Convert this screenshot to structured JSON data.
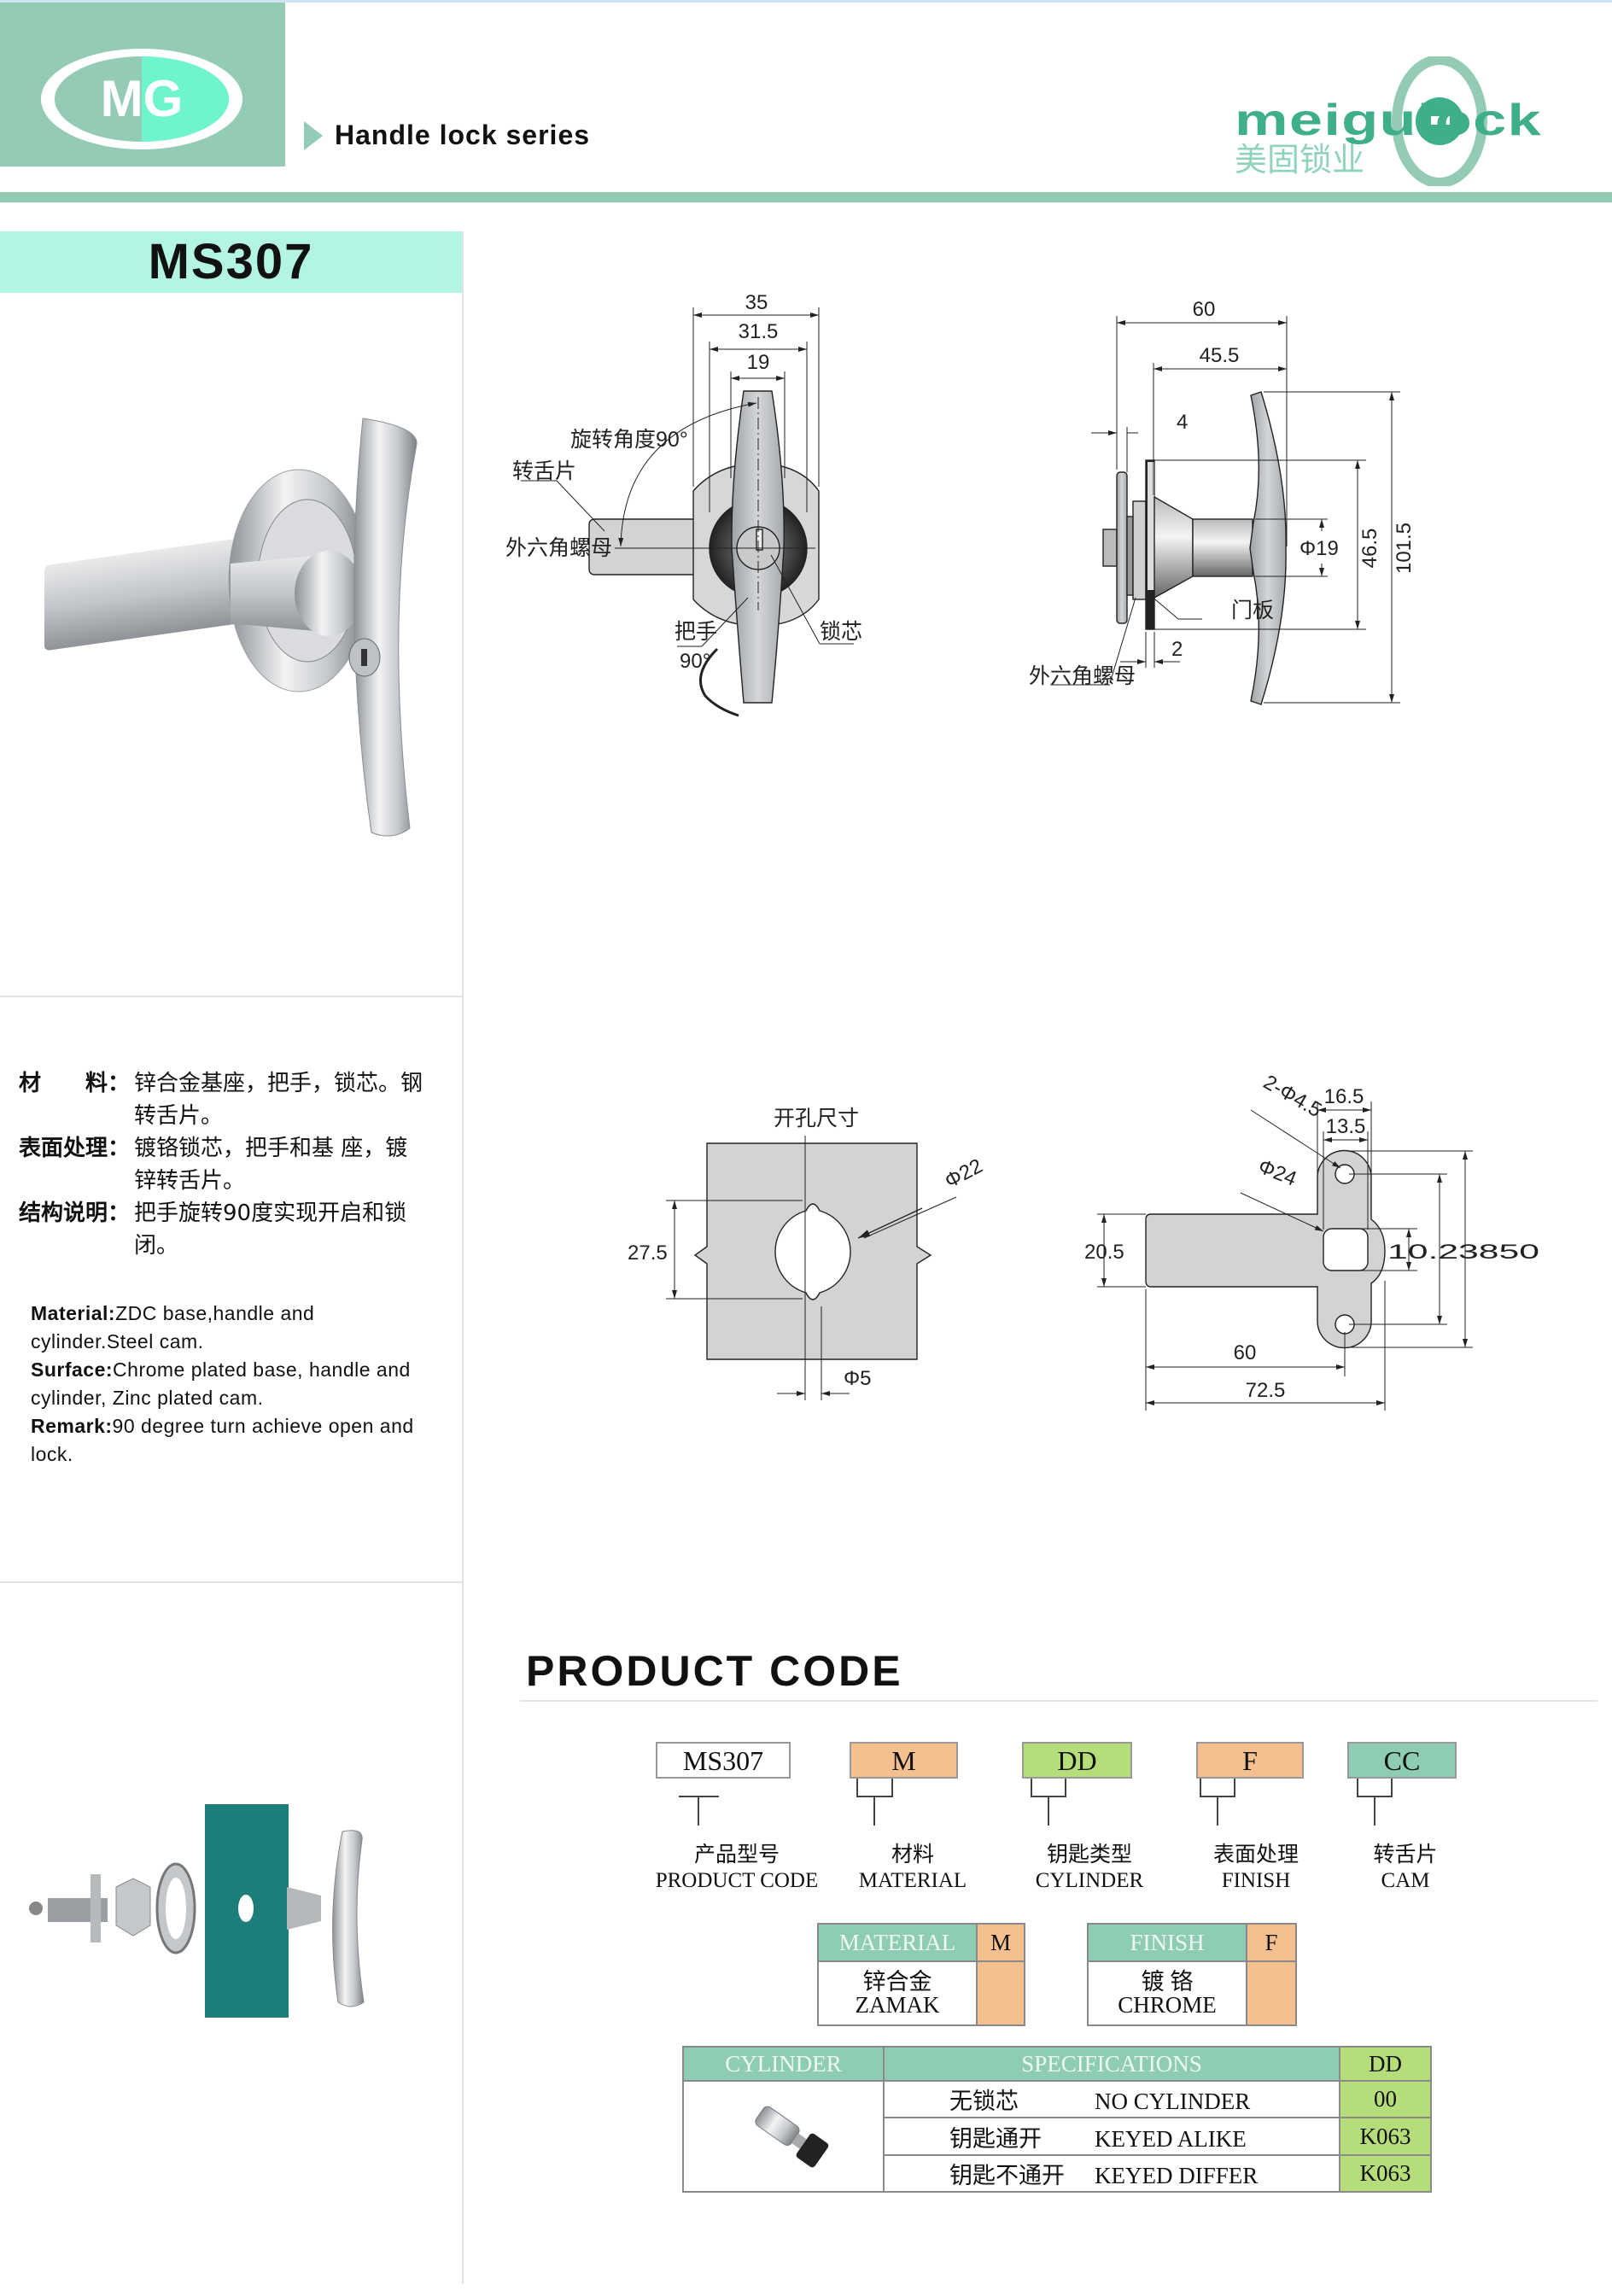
{
  "header": {
    "logo_text": "MG",
    "series_title": "Handle lock series",
    "brand_logo_text": "meigulock",
    "brand_logo_cn": "美固锁业"
  },
  "product": {
    "model": "MS307",
    "spec_cn": [
      {
        "key": "材　　料：",
        "value": "锌合金基座，把手，锁芯。钢转舌片。"
      },
      {
        "key": "表面处理：",
        "value": "镀铬锁芯，把手和基 座，镀锌转舌片。"
      },
      {
        "key": "结构说明：",
        "value": "把手旋转90度实现开启和锁闭。"
      }
    ],
    "spec_en": [
      {
        "key": "Material:",
        "value": "ZDC base,handle and cylinder.Steel cam."
      },
      {
        "key": "Surface:",
        "value": "Chrome plated base, handle and cylinder, Zinc plated cam."
      },
      {
        "key": "Remark:",
        "value": "90 degree turn achieve open and lock."
      }
    ]
  },
  "drawings": {
    "front": {
      "dims": [
        "35",
        "31.5",
        "19"
      ],
      "labels": {
        "rotation": "旋转角度90°",
        "cam": "转舌片",
        "nut": "外六角螺母",
        "handle": "把手",
        "turn": "90°",
        "cylinder": "锁芯"
      }
    },
    "side": {
      "dims": [
        "60",
        "45.5",
        "4",
        "Φ19",
        "46.5",
        "101.5",
        "2"
      ],
      "labels": {
        "door": "门板",
        "nut": "外六角螺母"
      }
    },
    "cutout": {
      "title": "开孔尺寸",
      "dims": [
        "Φ22",
        "27.5",
        "Φ5"
      ]
    },
    "cam": {
      "dims": [
        "2-Φ4.5",
        "16.5",
        "13.5",
        "Φ24",
        "20.5",
        "10.23850",
        "60",
        "72.5"
      ]
    }
  },
  "product_code": {
    "title": "PRODUCT CODE",
    "segments": [
      {
        "code": "MS307",
        "cn": "产品型号",
        "en": "PRODUCT CODE",
        "color": "#ffffff"
      },
      {
        "code": "M",
        "cn": "材料",
        "en": "MATERIAL",
        "color": "#f5c08f"
      },
      {
        "code": "DD",
        "cn": "钥匙类型",
        "en": "CYLINDER",
        "color": "#b5dd7a"
      },
      {
        "code": "F",
        "cn": "表面处理",
        "en": "FINISH",
        "color": "#f5c08f"
      },
      {
        "code": "CC",
        "cn": "转舌片",
        "en": "CAM",
        "color": "#8ecdb3"
      }
    ],
    "material_table": {
      "header": "MATERIAL",
      "code": "M",
      "cn": "锌合金",
      "en": "ZAMAK"
    },
    "finish_table": {
      "header": "FINISH",
      "code": "F",
      "cn": "镀 铬",
      "en": "CHROME"
    },
    "cylinder_table": {
      "headers": [
        "CYLINDER",
        "SPECIFICATIONS",
        "DD"
      ],
      "rows": [
        {
          "cn": "无锁芯",
          "en": "NO CYLINDER",
          "code": "00"
        },
        {
          "cn": "钥匙通开",
          "en": "KEYED ALIKE",
          "code": "K063"
        },
        {
          "cn": "钥匙不通开",
          "en": "KEYED DIFFER",
          "code": "K063"
        }
      ]
    }
  },
  "colors": {
    "brand_green": "#93cbb5",
    "model_bg": "#b3f5e2",
    "orange": "#f5c08f",
    "lime": "#b5dd7a",
    "teal": "#8ecdb3"
  }
}
